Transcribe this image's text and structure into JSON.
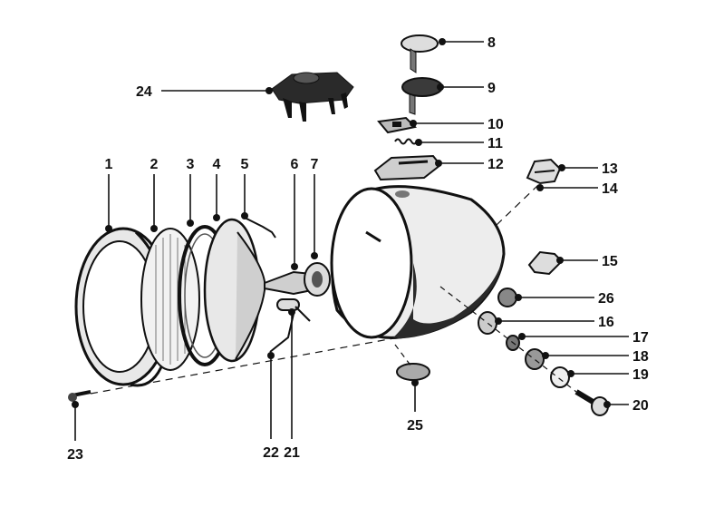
{
  "callouts": [
    {
      "id": "1",
      "text": "1"
    },
    {
      "id": "2",
      "text": "2"
    },
    {
      "id": "3",
      "text": "3"
    },
    {
      "id": "4",
      "text": "4"
    },
    {
      "id": "5",
      "text": "5"
    },
    {
      "id": "6",
      "text": "6"
    },
    {
      "id": "7",
      "text": "7"
    },
    {
      "id": "8",
      "text": "8"
    },
    {
      "id": "9",
      "text": "9"
    },
    {
      "id": "10",
      "text": "10"
    },
    {
      "id": "11",
      "text": "11"
    },
    {
      "id": "12",
      "text": "12"
    },
    {
      "id": "13",
      "text": "13"
    },
    {
      "id": "14",
      "text": "14"
    },
    {
      "id": "15",
      "text": "15"
    },
    {
      "id": "16",
      "text": "16"
    },
    {
      "id": "17",
      "text": "17"
    },
    {
      "id": "18",
      "text": "18"
    },
    {
      "id": "19",
      "text": "19"
    },
    {
      "id": "20",
      "text": "20"
    },
    {
      "id": "21",
      "text": "21"
    },
    {
      "id": "22",
      "text": "22"
    },
    {
      "id": "23",
      "text": "23"
    },
    {
      "id": "24",
      "text": "24"
    },
    {
      "id": "25",
      "text": "25"
    },
    {
      "id": "26",
      "text": "26"
    }
  ],
  "colors": {
    "ink": "#111111",
    "paper": "#ffffff",
    "shade": "#2a2a2a"
  }
}
